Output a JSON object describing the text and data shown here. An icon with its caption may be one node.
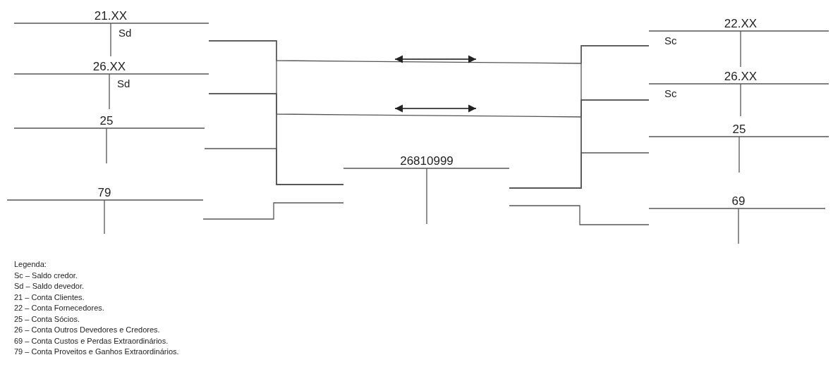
{
  "diagram": {
    "nodes": [
      {
        "text": [
          "21.XX",
          "Sd"
        ]
      },
      {
        "text": [
          "26.XX",
          "Sd"
        ]
      },
      {
        "text": [
          "25"
        ]
      },
      {
        "text": [
          "79"
        ]
      },
      {
        "text": [
          "26810999"
        ]
      },
      {
        "text": [
          "22.XX",
          "Sc"
        ]
      },
      {
        "text": [
          "26.XX",
          "Sc"
        ]
      },
      {
        "text": [
          "25"
        ]
      },
      {
        "text": [
          "69"
        ]
      }
    ],
    "edges": [
      {
        "from": 0,
        "to": 4,
        "arrow": "none"
      },
      {
        "from": 1,
        "to": 4,
        "arrow": "none"
      },
      {
        "from": 2,
        "to": 4,
        "arrow": "none"
      },
      {
        "from": 3,
        "to": 4,
        "arrow": "none"
      },
      {
        "from": 5,
        "to": 4,
        "arrow": "none"
      },
      {
        "from": 6,
        "to": 4,
        "arrow": "none"
      },
      {
        "from": 7,
        "to": 4,
        "arrow": "none"
      },
      {
        "from": 8,
        "to": 4,
        "arrow": "none"
      },
      {
        "from": 0,
        "to": 5,
        "arrow": "none"
      },
      {
        "from": 1,
        "to": 6,
        "arrow": "none"
      }
    ],
    "labels": [
      "Legenda:"
    ],
    "legend": [
      {
        "text": "Sc – Saldo credor."
      },
      {
        "text": "Sd – Saldo devedor."
      },
      {
        "text": "21 – Conta Clientes."
      },
      {
        "text": "22 – Conta Fornecedores."
      },
      {
        "text": "25 – Conta Sócios."
      },
      {
        "text": "26 – Conta Outros Devedores e Credores."
      },
      {
        "text": "69 – Conta Custos e Perdas Extraordinários."
      },
      {
        "text": "79 – Conta Proveitos e Ganhos Extraordinários."
      }
    ]
  }
}
